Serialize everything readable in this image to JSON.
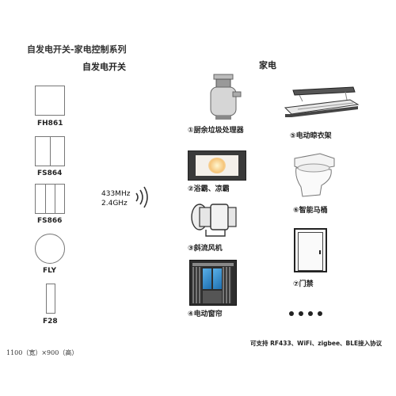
{
  "title": "自发电开关-家电控制系列",
  "switch_header": "自发电开关",
  "appliance_header": "家电",
  "switches": [
    {
      "label": "FH861"
    },
    {
      "label": "FS864"
    },
    {
      "label": "FS866"
    },
    {
      "label": "FLY"
    },
    {
      "label": "F28"
    }
  ],
  "signal": {
    "line1": "433MHz",
    "line2": "2.4GHz"
  },
  "appliances": [
    {
      "label": "①厨余垃圾处理器",
      "icon": "garbage-disposer-icon"
    },
    {
      "label": "②浴霸、凉霸",
      "icon": "bath-heater-icon"
    },
    {
      "label": "③斜流风机",
      "icon": "inline-fan-icon"
    },
    {
      "label": "④电动窗帘",
      "icon": "curtain-icon"
    },
    {
      "label": "⑤电动晾衣架",
      "icon": "clothes-rack-icon"
    },
    {
      "label": "⑥智能马桶",
      "icon": "smart-toilet-icon"
    },
    {
      "label": "⑦门禁",
      "icon": "door-icon"
    }
  ],
  "note": "可支持 RF433、WiFi、zigbee、BLE接入协议",
  "footer": "1100（宽）×900（高）"
}
